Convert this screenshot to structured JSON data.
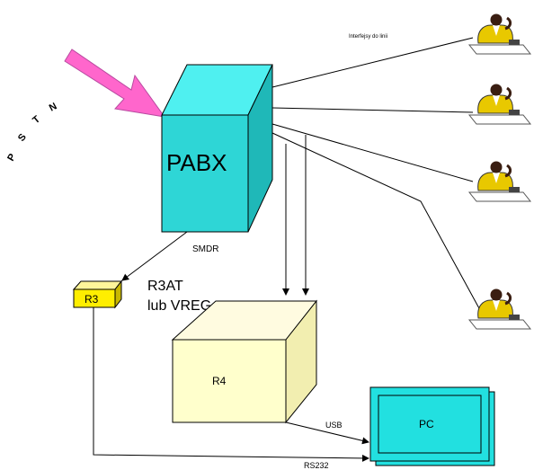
{
  "pstn": {
    "letters": [
      "P",
      "S",
      "T",
      "N"
    ]
  },
  "pabx": {
    "label": "PABX",
    "fill_front": "#2ed6d6",
    "fill_top": "#4ff0f0",
    "fill_side": "#1fb8b8"
  },
  "smdr_label": "SMDR",
  "r3": {
    "label": "R3",
    "caption_line1": "R3AT",
    "caption_line2": "lub VREG",
    "fill": "#ffee00"
  },
  "r4": {
    "label": "R4",
    "fill": "#ffffcc"
  },
  "pc": {
    "label": "PC",
    "fill": "#22e0e0"
  },
  "usb_label": "USB",
  "rs232_label": "RS232",
  "interfaces_label": "Interfejsy do linii",
  "arrow_color": "#ff66cc"
}
